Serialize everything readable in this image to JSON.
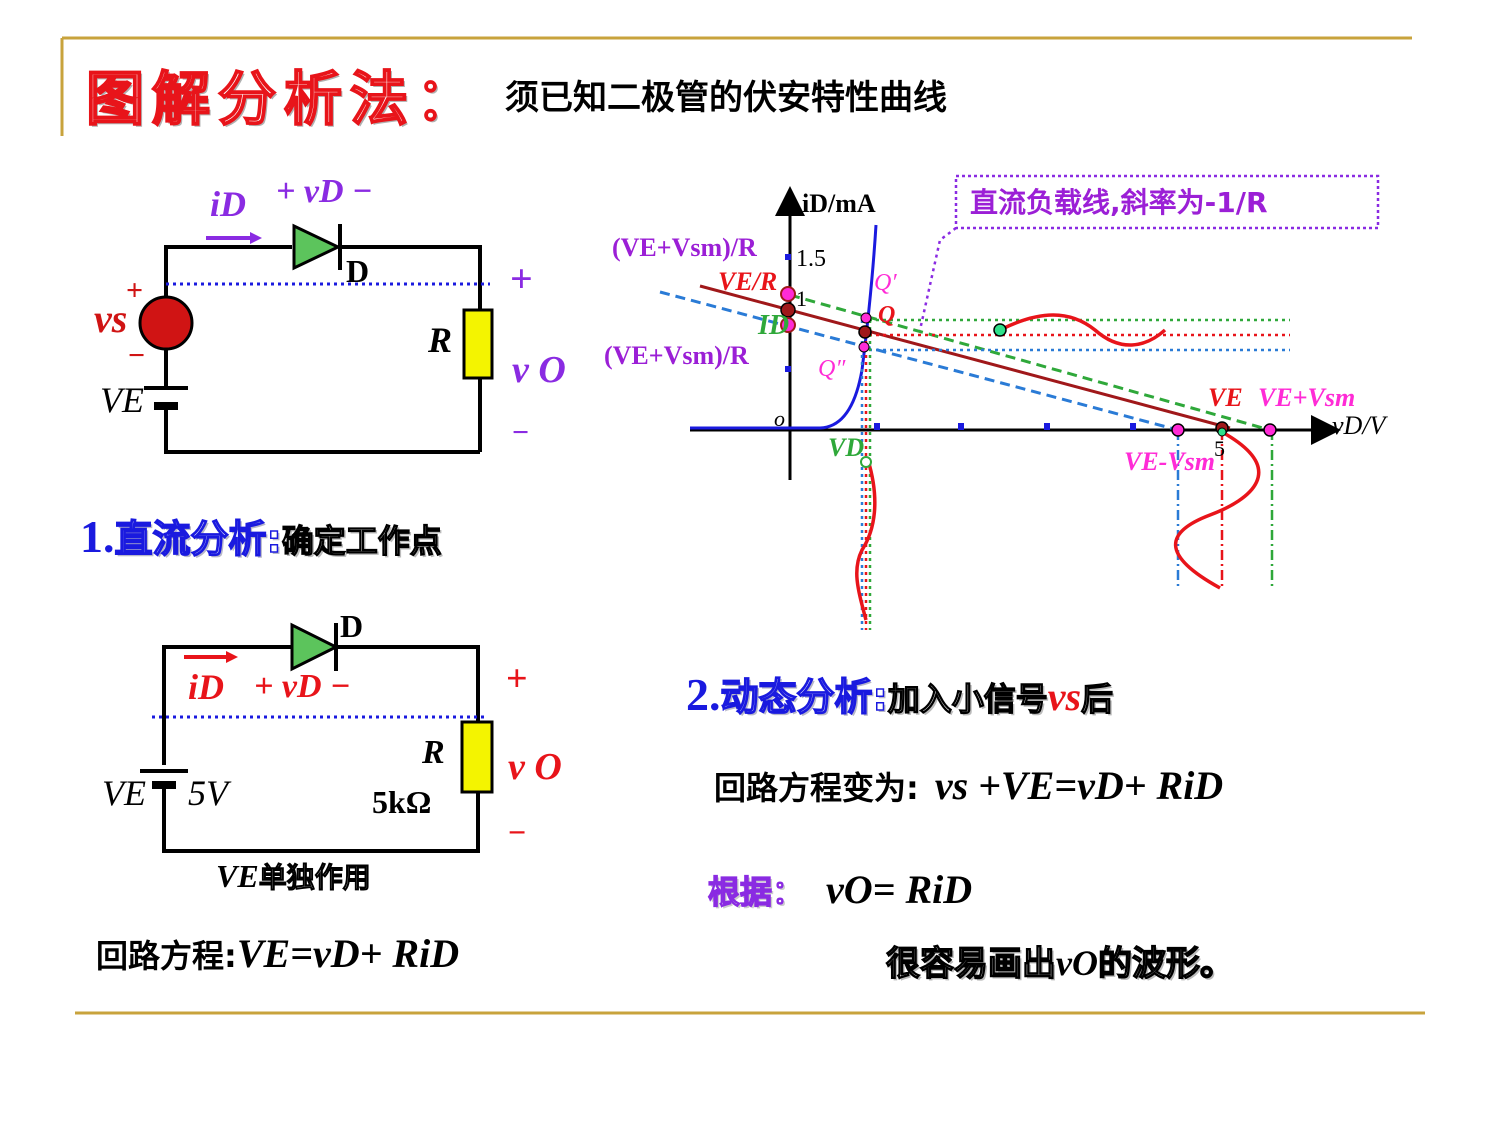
{
  "title": {
    "main": "图解分析法：",
    "subtitle": "须已知二极管的伏安特性曲线"
  },
  "circuit1": {
    "current_label": "iD",
    "voltage_label": "+ vD −",
    "diode": "D",
    "source": "vs",
    "source_plus": "+",
    "source_minus": "−",
    "battery": "VE",
    "resistor": "R",
    "out_plus": "+",
    "out_label": "v O",
    "out_minus": "−"
  },
  "section1": {
    "number": "1.",
    "title": "直流分析:",
    "subtitle": "确定工作点"
  },
  "circuit2": {
    "diode": "D",
    "current_label": "iD",
    "voltage_label": "+ vD −",
    "battery": "VE",
    "battery_value": "5V",
    "resistor": "R",
    "resistor_value": "5kΩ",
    "out_plus": "+",
    "out_label": "v O",
    "out_minus": "−",
    "caption_prefix": "VE",
    "caption": "单独作用"
  },
  "loop1": {
    "label": "回路方程:",
    "equation": "VE=vD+ RiD"
  },
  "graph": {
    "y_axis": "iD/mA",
    "x_axis": "vD/V",
    "origin": "o",
    "y_tick_15": "1.5",
    "y_tick_1": "1",
    "x_tick_5": "5",
    "note": "直流负载线,斜率为-1/R",
    "label_ve_vsm_r_top": "(VE+Vsm)/R",
    "label_ve_r": "VE/R",
    "label_id": "ID",
    "label_ve_vsm_r_bottom": "(VE+Vsm)/R",
    "label_qp": "Q′",
    "label_q": "Q",
    "label_qpp": "Q″",
    "label_vd": "VD",
    "label_ve": "VE",
    "label_ve_plus_vsm": "VE+Vsm",
    "label_ve_minus_vsm": "VE-Vsm"
  },
  "section2": {
    "number": "2.",
    "title": "动态分析:",
    "subtitle": "加入小信号",
    "signal": "vs",
    "after": "后"
  },
  "loop2": {
    "label": "回路方程变为:",
    "equation": "vs +VE=vD+ RiD"
  },
  "basis": {
    "label": "根据：",
    "equation": "vO= RiD"
  },
  "conclusion": {
    "text_pre": "很容易画出",
    "signal": "vO",
    "text_post": "的波形。"
  },
  "colors": {
    "rule": "#c8a33c",
    "title_red": "#e8141a",
    "blue": "#1a1adf",
    "purple": "#9b1fd6",
    "magenta": "#ff2bd6",
    "dark_red": "#a0181a",
    "green": "#2fa83a",
    "diode_green": "#5cc45c",
    "resistor_yellow": "#f4f400",
    "source_red": "#d01414"
  }
}
